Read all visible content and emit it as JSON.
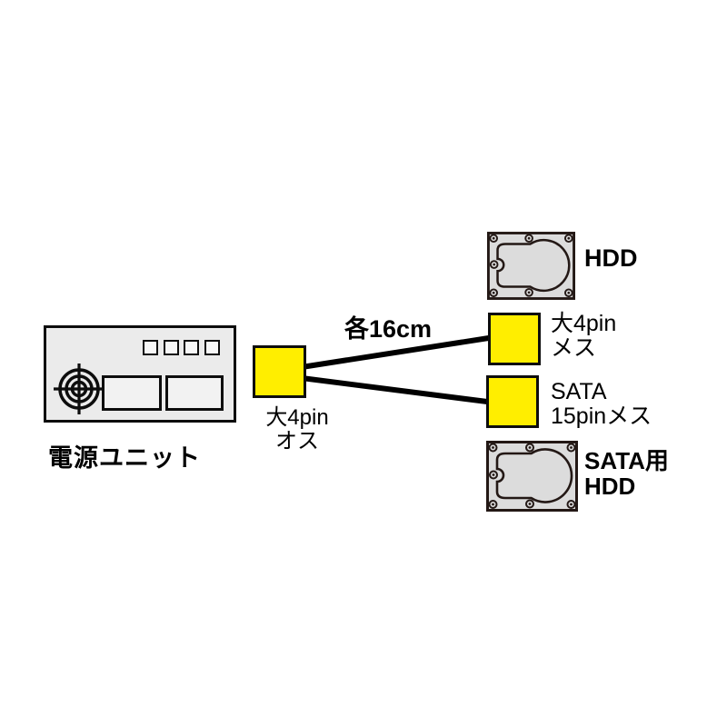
{
  "diagram": {
    "cable_length_label": "各16cm",
    "psu": {
      "label": "電源ユニット",
      "icon": "fan-icon",
      "vent_count": 4,
      "port_count": 2
    },
    "source_connector": {
      "label_line1": "大4pin",
      "label_line2": "オス"
    },
    "branch_top": {
      "device_label": "HDD",
      "device_icon": "hdd-icon",
      "connector_label_line1": "大4pin",
      "connector_label_line2": "メス"
    },
    "branch_bottom": {
      "connector_label_line1": "SATA",
      "connector_label_line2": "15pinメス",
      "device_label_line1": "SATA用",
      "device_label_line2": "HDD",
      "device_icon": "hdd-icon"
    },
    "colors": {
      "connector_yellow": "#ffee00",
      "cable_black": "#000000",
      "psu_fill": "#ebebeb",
      "hdd_fill": "#dcdcdc",
      "outline_dark": "#231815",
      "background": "#ffffff"
    }
  }
}
